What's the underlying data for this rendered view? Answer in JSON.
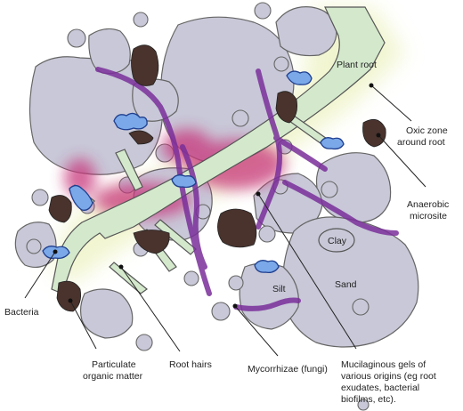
{
  "labels": {
    "plant_root": "Plant root",
    "oxic_zone_line1": "Oxic zone",
    "oxic_zone_line2": "around root",
    "anaerobic_line1": "Anaerobic",
    "anaerobic_line2": "microsite",
    "clay": "Clay",
    "sand": "Sand",
    "silt": "Silt",
    "bacteria": "Bacteria",
    "pom_line1": "Particulate",
    "pom_line2": "organic matter",
    "root_hairs": "Root hairs",
    "mycorrhizae": "Mycorrhizae (fungi)",
    "gels_line1": "Mucilaginous gels of",
    "gels_line2": "various origins (eg root",
    "gels_line3": "exudates, bacterial",
    "gels_line4": "biofilms, etc)."
  },
  "colors": {
    "soil_particle": "#c8c8d8",
    "particle_outline": "#666666",
    "root": "#d4e9cc",
    "oxic_zone": "#eef3c4",
    "mucilage": "#c8347a",
    "fungi": "#7a2f9a",
    "bacteria": "#7aa8e8",
    "organic_matter": "#4a332d"
  }
}
